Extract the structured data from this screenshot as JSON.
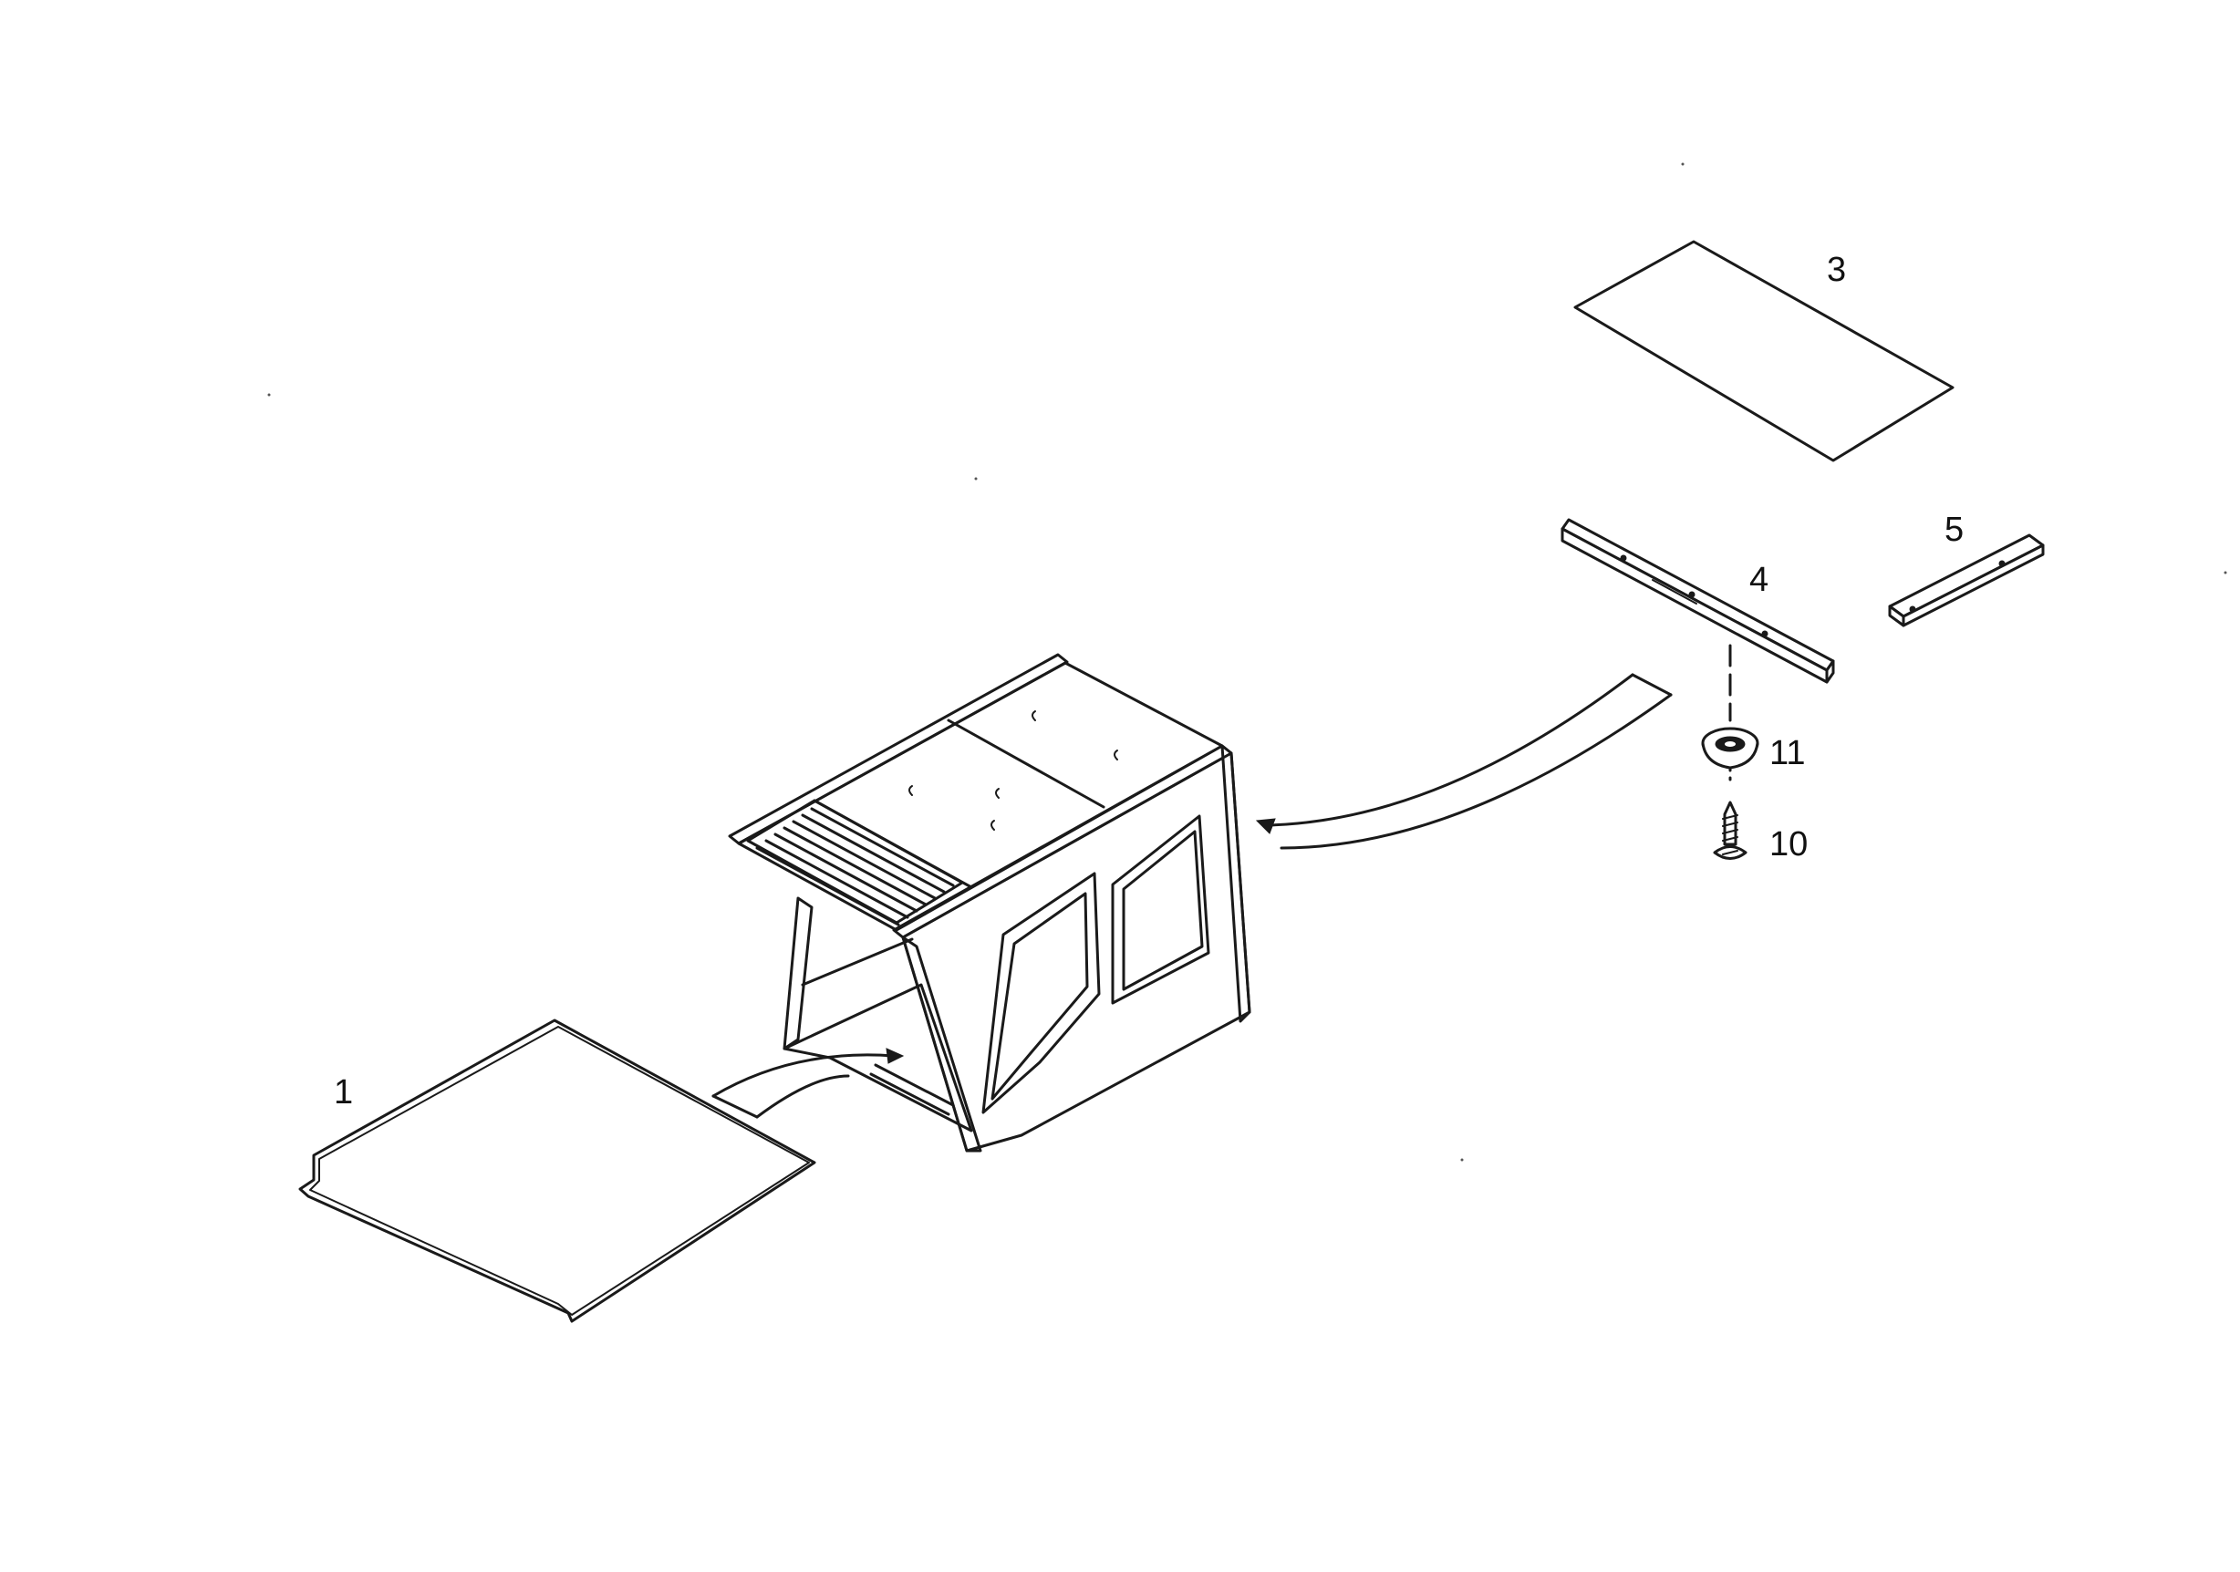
{
  "callouts": [
    {
      "id": "1",
      "label": "1"
    },
    {
      "id": "3",
      "label": "3"
    },
    {
      "id": "4",
      "label": "4"
    },
    {
      "id": "5",
      "label": "5"
    },
    {
      "id": "10",
      "label": "10"
    },
    {
      "id": "11",
      "label": "11"
    }
  ],
  "parts": [
    "floor-mat",
    "roof-mat",
    "long-trim-strip",
    "short-trim-strip",
    "screw",
    "cup-washer",
    "cab-frame"
  ]
}
